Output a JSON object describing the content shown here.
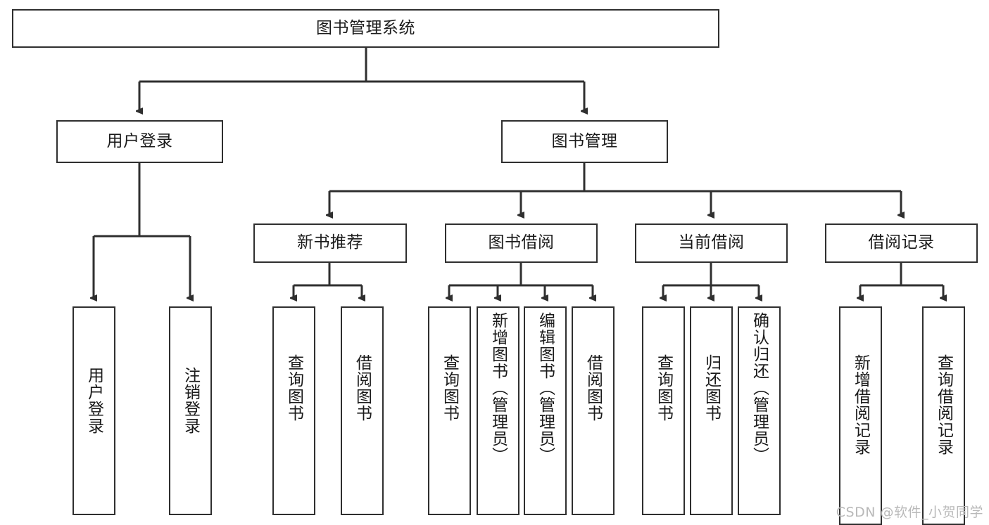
{
  "diagram": {
    "title": "图书管理系统",
    "type": "tree-hierarchy-chart",
    "colors": {
      "background": "#ffffff",
      "box_border": "#2f2f2f",
      "box_fill": "#ffffff",
      "text": "#1a1a1a",
      "connector": "#2f2f2f",
      "watermark": "#b9b9b9"
    },
    "levels": {
      "root": {
        "label": "图书管理系统"
      },
      "level2": [
        {
          "id": "user-login",
          "label": "用户登录"
        },
        {
          "id": "book-management",
          "label": "图书管理"
        }
      ],
      "level3": [
        {
          "id": "new-book-recommend",
          "label": "新书推荐"
        },
        {
          "id": "book-borrow",
          "label": "图书借阅"
        },
        {
          "id": "current-borrow",
          "label": "当前借阅"
        },
        {
          "id": "borrow-record",
          "label": "借阅记录"
        }
      ],
      "leaves": {
        "user_login": [
          {
            "id": "leaf-user-login",
            "label": "用户登录"
          },
          {
            "id": "leaf-logout-login",
            "label": "注销登录"
          }
        ],
        "new_book_recommend": [
          {
            "id": "leaf-query-book-1",
            "label": "查询图书"
          },
          {
            "id": "leaf-borrow-book-1",
            "label": "借阅图书"
          }
        ],
        "book_borrow": [
          {
            "id": "leaf-query-book-2",
            "label": "查询图书"
          },
          {
            "id": "leaf-add-book",
            "label": "新增图书（管理员）"
          },
          {
            "id": "leaf-edit-book",
            "label": "编辑图书（管理员）"
          },
          {
            "id": "leaf-borrow-book-2",
            "label": "借阅图书"
          }
        ],
        "current_borrow": [
          {
            "id": "leaf-query-book-3",
            "label": "查询图书"
          },
          {
            "id": "leaf-return-book",
            "label": "归还图书"
          },
          {
            "id": "leaf-confirm-return",
            "label": "确认归还（管理员）"
          }
        ],
        "borrow_record": [
          {
            "id": "leaf-add-borrow-record",
            "label": "新增借阅记录"
          },
          {
            "id": "leaf-query-borrow-record",
            "label": "查询借阅记录"
          }
        ]
      }
    },
    "watermark": "CSDN @软件_小贺同学"
  }
}
